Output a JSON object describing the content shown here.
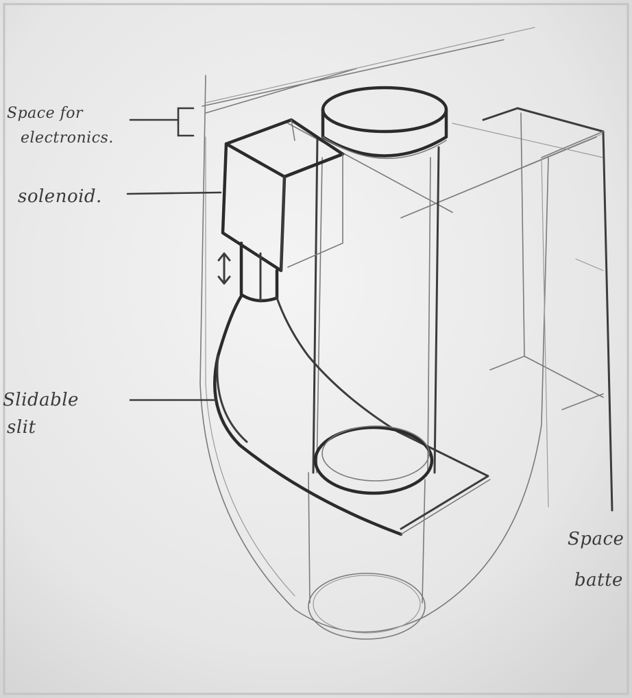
{
  "labels": {
    "electronics": [
      "Space for",
      "electronics."
    ],
    "solenoid": "solenoid.",
    "slit": [
      "Slidable",
      "slit"
    ],
    "battery": [
      "Space",
      "batte"
    ]
  },
  "icons": {
    "motion_arrow": "double-headed-vertical-arrow"
  },
  "colors": {
    "paper": "#ececec",
    "ink": "#2b2b2b",
    "pencil_light": "#8a8a8a"
  }
}
